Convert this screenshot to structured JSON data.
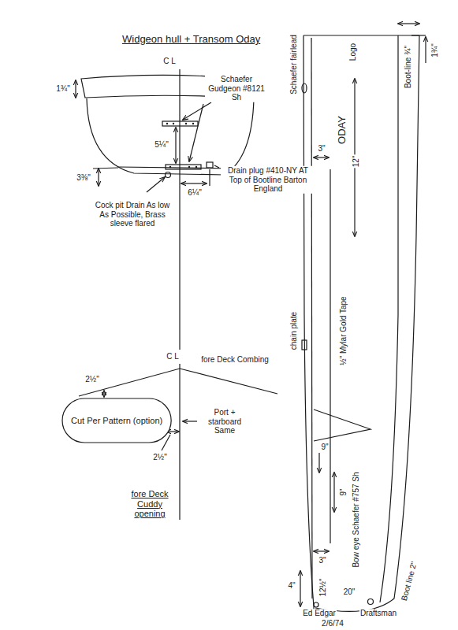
{
  "diagram": {
    "title": "Widgeon hull + Transom Oday",
    "nodes": [
      {
        "text": [
          "Cut Per Pattern (option)"
        ]
      }
    ],
    "labels": [
      "C L",
      "1¾\"",
      "Schaefer Gudgeon #8121 Sh",
      "5¼\"",
      "3⅜\"",
      "Drain plug #410-NY AT Top of Bootline Barton England",
      "Cock pit Drain As low As Possible, Brass sleeve flared",
      "6¼\"",
      "C L",
      "fore Deck Combing",
      "2½\"",
      "2½\"",
      "Port + starboard Same",
      "fore Deck Cuddy opening",
      "Schaefer fairlead",
      "Logo",
      "ODAY",
      "12\"",
      "Boot-line ¾\"",
      "1¾\"",
      "3\"",
      "½\" Mylar Gold Tape",
      "chain plate",
      "9\"",
      "9\"",
      "Bow eye Schaefer #757 Sh",
      "3\"",
      "4\"",
      "12½\"",
      "20\"",
      "Boot line 2\"",
      "Ed Edgar",
      "Draftsman",
      "2/6/74"
    ]
  }
}
